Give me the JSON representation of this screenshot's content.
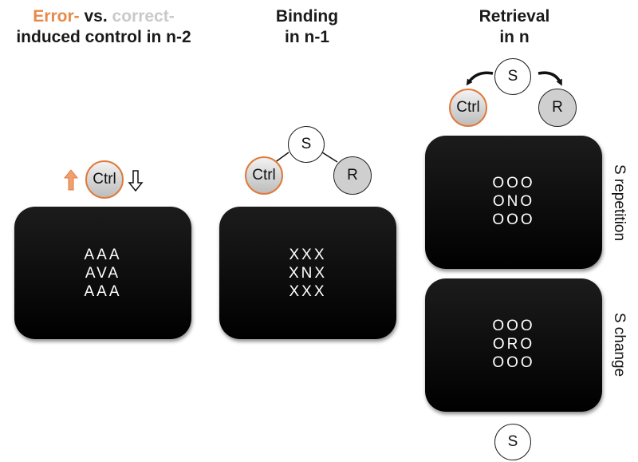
{
  "titles": {
    "col1": {
      "error_word": "Error-",
      "vs_word": " vs. ",
      "correct_word": "correct-",
      "line2": "induced control in n-2"
    },
    "col2": {
      "line1": "Binding",
      "line2": "in n-1"
    },
    "col3": {
      "line1": "Retrieval",
      "line2": "in n"
    }
  },
  "nodes": {
    "ctrl": "Ctrl",
    "s": "S",
    "r": "R"
  },
  "screens": {
    "n2": [
      "AAA",
      "AVA",
      "AAA"
    ],
    "n1": [
      "XXX",
      "XNX",
      "XXX"
    ],
    "repetition": [
      "OOO",
      "ONO",
      "OOO"
    ],
    "change": [
      "OOO",
      "ORO",
      "OOO"
    ]
  },
  "side_labels": {
    "repetition": "S repetition",
    "change": "S change"
  },
  "colors": {
    "error": "#e8894a",
    "correct": "#c9c9c9",
    "screen": "#000000",
    "ctrl_border": "#e07a3a"
  },
  "icons": [
    "arrow-up-icon",
    "arrow-down-icon",
    "curved-arrow-icon"
  ]
}
